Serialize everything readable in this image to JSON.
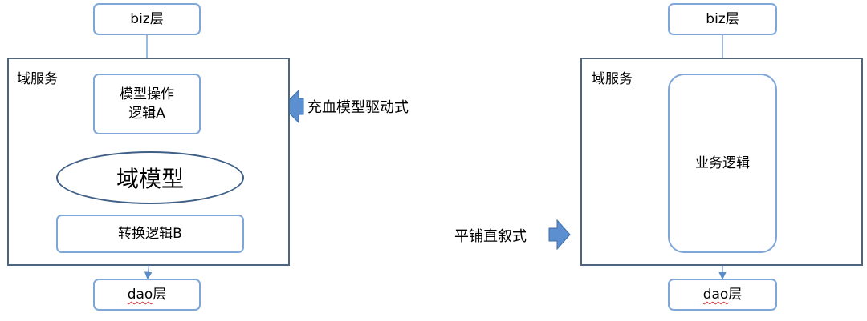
{
  "left": {
    "biz_layer": "biz层",
    "domain_service": "域服务",
    "model_op_line1": "模型操作",
    "model_op_line2": "逻辑A",
    "domain_model": "域模型",
    "convert_logic": "转换逻辑B",
    "dao_prefix": "dao",
    "dao_suffix": "层",
    "style_label": "充血模型驱动式"
  },
  "right": {
    "biz_layer": "biz层",
    "domain_service": "域服务",
    "business_logic": "业务逻辑",
    "dao_prefix": "dao",
    "dao_suffix": "层",
    "style_label": "平铺直叙式"
  },
  "colors": {
    "box_border": "#7ea6d8",
    "frame_border": "#4e6580",
    "arrow": "#5b8cc8",
    "block_arrow_fill": "#5b8fd0",
    "block_arrow_stroke": "#3f6ea8",
    "spellcheck": "#d43c3c"
  }
}
